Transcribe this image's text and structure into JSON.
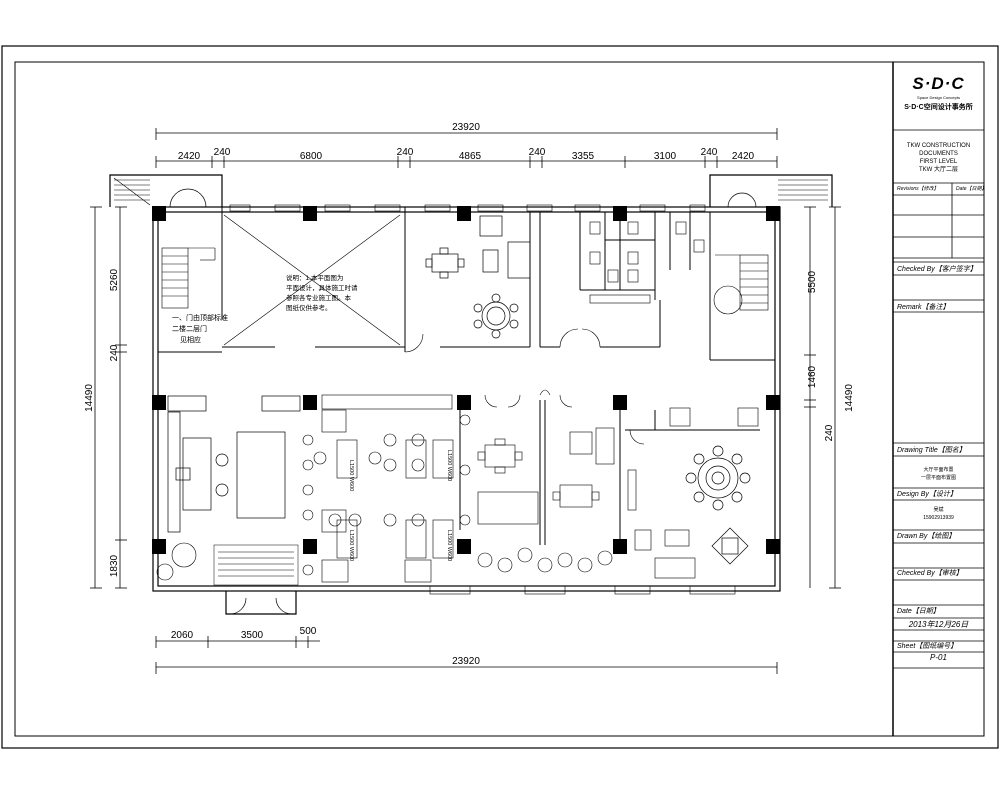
{
  "dimensions": {
    "top_total": "23920",
    "top_segments": [
      "2420",
      "240",
      "6800",
      "240",
      "4865",
      "240",
      "3355",
      "3100",
      "240",
      "2420"
    ],
    "bottom_segments": [
      "2060",
      "3500",
      "500"
    ],
    "bottom_total": "23920",
    "left_height": "14490",
    "left_segments": [
      "5260",
      "240",
      "1830"
    ],
    "right_height": "14490",
    "right_segments": [
      "5500",
      "1460",
      "240"
    ]
  },
  "title_block": {
    "logo": "S·D·C",
    "logo_subtitle": "Space Design Concepts",
    "company": "S·D·C空间设计事务所",
    "project_lines": [
      "TKW CONSTRUCTION",
      "DOCUMENTS",
      "FIRST LEVEL",
      "TKW 大厅二层"
    ],
    "revisions_label": "Revisions【修改】",
    "date_label_small": "Date【日期】",
    "checked_by_client_label": "Checked By【客户签字】",
    "remark_label": "Remark【备注】",
    "drawing_title_label": "Drawing Title【图名】",
    "drawing_title_lines": [
      "大厅平面布置",
      "一层平面布置图"
    ],
    "design_by_label": "Design By【设计】",
    "design_by_lines": [
      "吴斌",
      "15902913939"
    ],
    "drawn_by_label": "Drawn By【绘图】",
    "checked_by_label": "Checked By【审核】",
    "date_label": "Date【日期】",
    "date_value": "2013年12月26日",
    "sheet_label": "Sheet【图纸编号】",
    "sheet_value": "P-01"
  },
  "room_notes": {
    "stair_note": [
      "一、门由顶部标准",
      "二楼二层门",
      "见相应"
    ],
    "diagonal_note": [
      "说明：1.本平面图为",
      "平面设计，具体施工时请",
      "参照各专业施工图。本",
      "图纸仅供参考。"
    ],
    "table_labels": [
      "L1500 W600",
      "L1500 W600",
      "L1500 W600",
      "L1500 W600"
    ]
  }
}
